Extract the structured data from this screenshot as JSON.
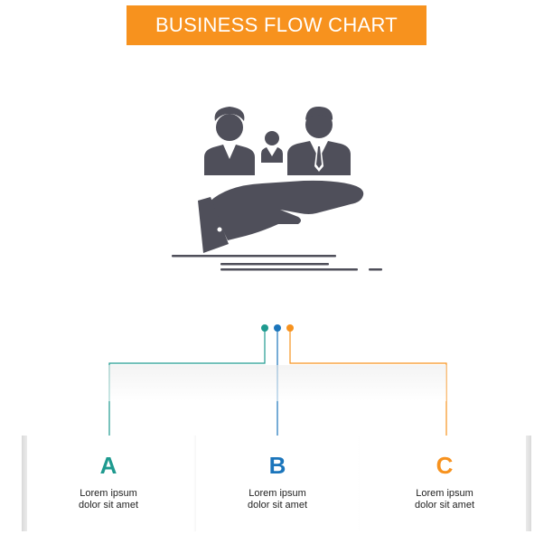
{
  "title": "BUSINESS FLOW CHART",
  "colors": {
    "banner": "#f7921e",
    "icon": "#4f4f5a",
    "a": "#1e9a8f",
    "b": "#1b75bb",
    "c": "#f7921e"
  },
  "steps": [
    {
      "letter": "A",
      "line1": "Lorem ipsum",
      "line2": "dolor sit amet"
    },
    {
      "letter": "B",
      "line1": "Lorem ipsum",
      "line2": "dolor sit amet"
    },
    {
      "letter": "C",
      "line1": "Lorem ipsum",
      "line2": "dolor sit amet"
    }
  ],
  "icon": "people-in-hand-icon"
}
